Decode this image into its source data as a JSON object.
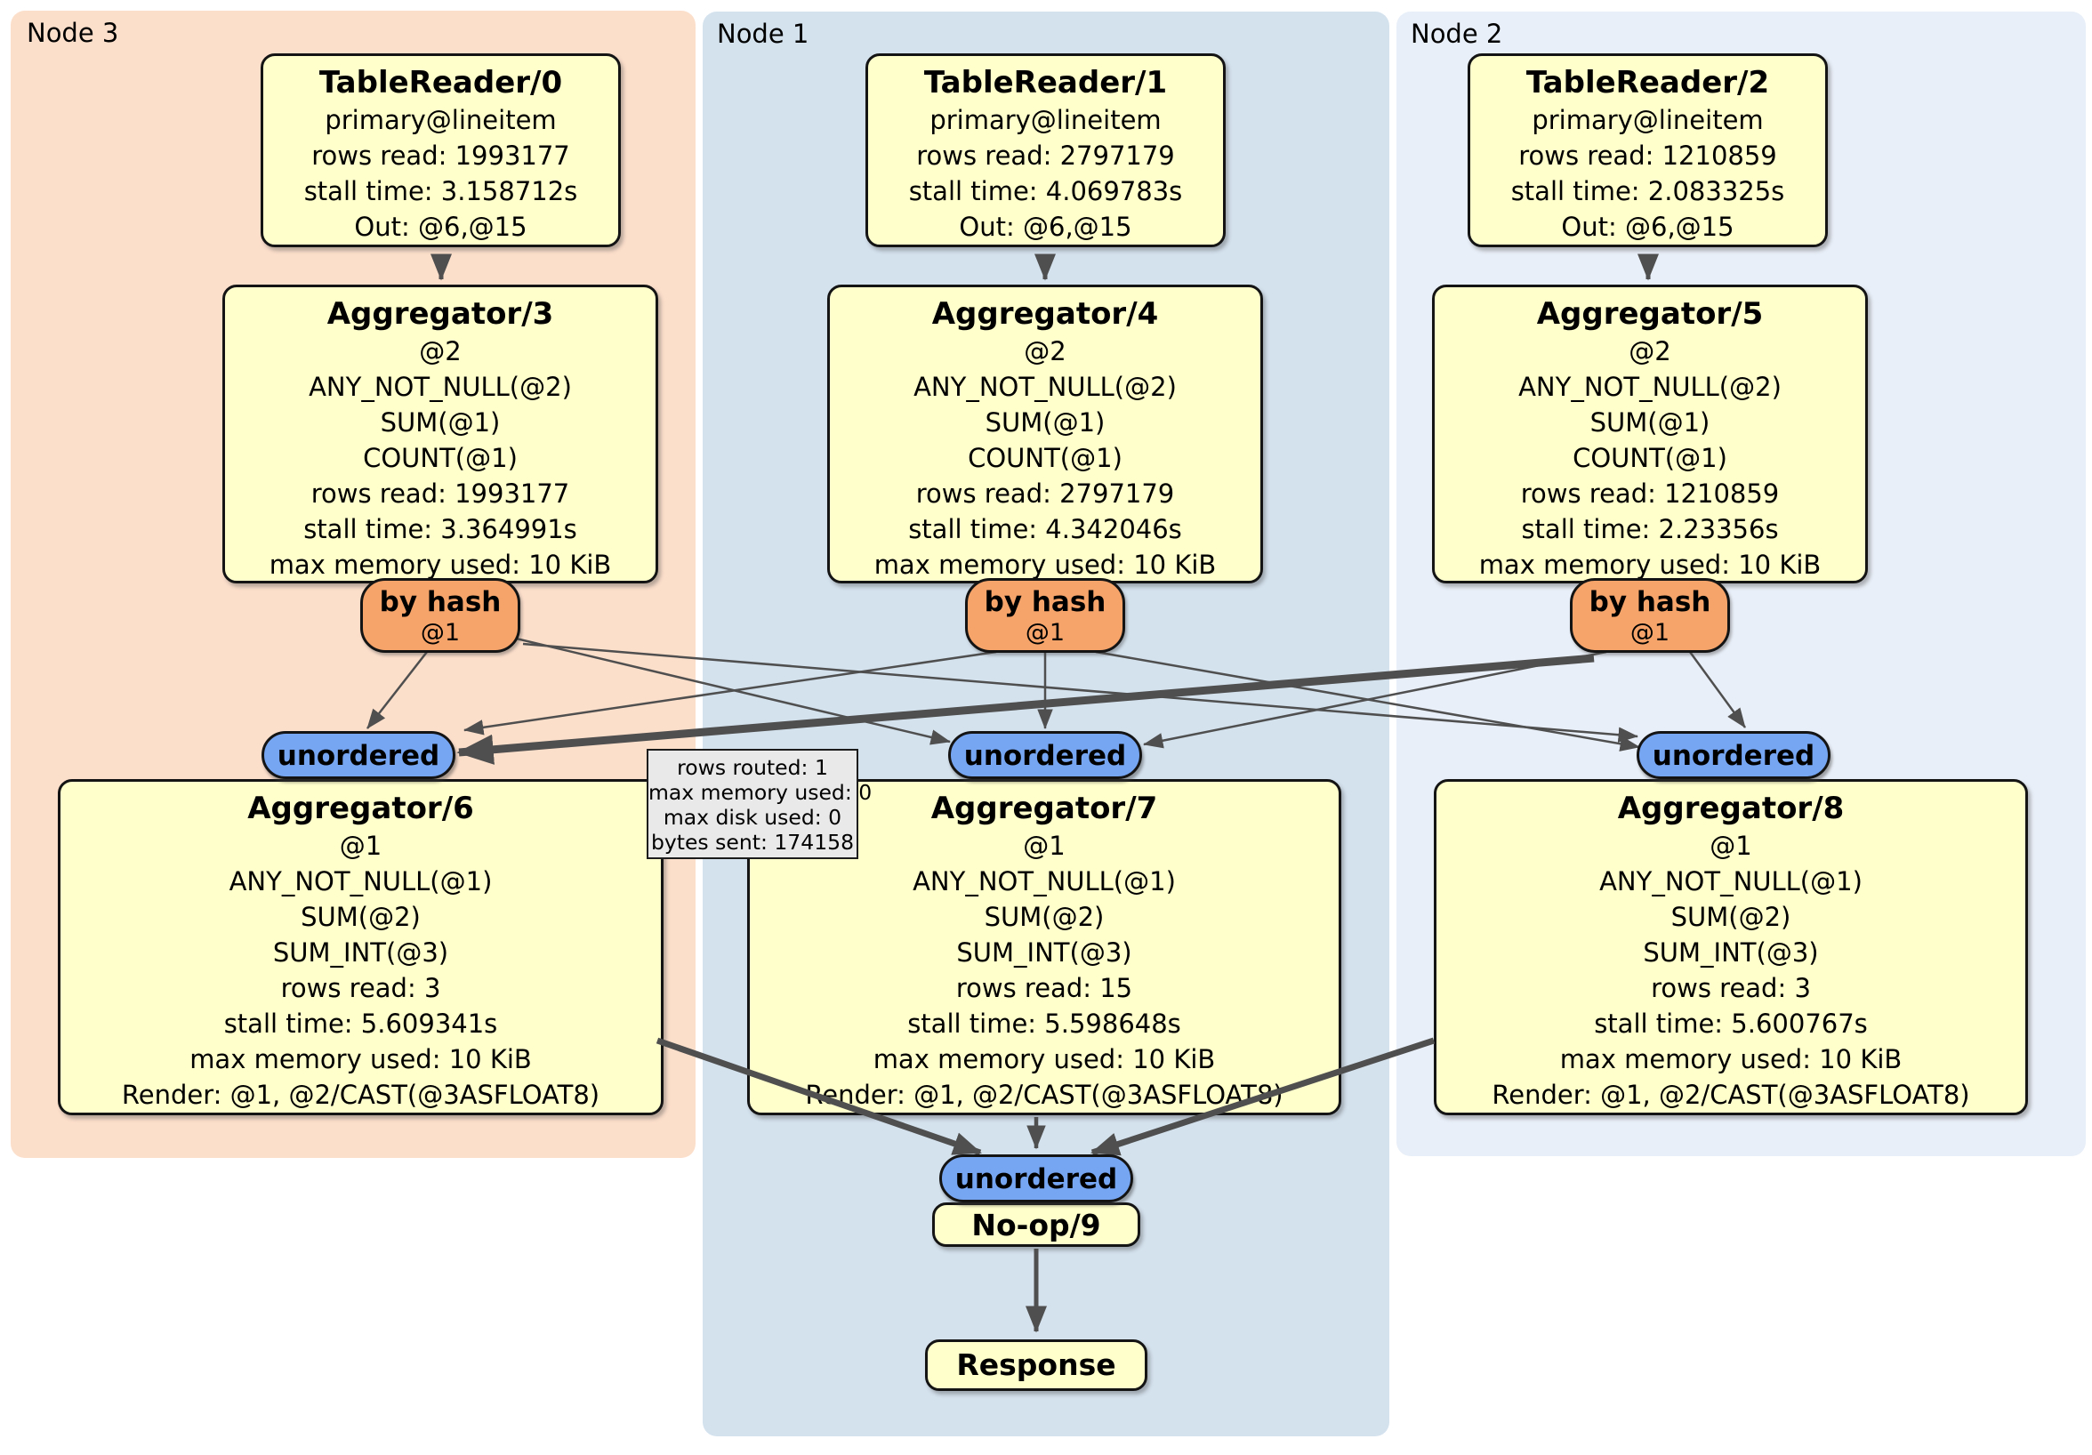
{
  "panels": {
    "node3": {
      "label": "Node 3"
    },
    "node1": {
      "label": "Node 1"
    },
    "node2": {
      "label": "Node 2"
    }
  },
  "processors": {
    "tr0": {
      "title": "TableReader/0",
      "lines": [
        "primary@lineitem",
        "rows read: 1993177",
        "stall time: 3.158712s",
        "Out: @6,@15"
      ]
    },
    "tr1": {
      "title": "TableReader/1",
      "lines": [
        "primary@lineitem",
        "rows read: 2797179",
        "stall time: 4.069783s",
        "Out: @6,@15"
      ]
    },
    "tr2": {
      "title": "TableReader/2",
      "lines": [
        "primary@lineitem",
        "rows read: 1210859",
        "stall time: 2.083325s",
        "Out: @6,@15"
      ]
    },
    "agg3": {
      "title": "Aggregator/3",
      "lines": [
        "@2",
        "ANY_NOT_NULL(@2)",
        "SUM(@1)",
        "COUNT(@1)",
        "rows read: 1993177",
        "stall time: 3.364991s",
        "max memory used: 10 KiB"
      ]
    },
    "agg4": {
      "title": "Aggregator/4",
      "lines": [
        "@2",
        "ANY_NOT_NULL(@2)",
        "SUM(@1)",
        "COUNT(@1)",
        "rows read: 2797179",
        "stall time: 4.342046s",
        "max memory used: 10 KiB"
      ]
    },
    "agg5": {
      "title": "Aggregator/5",
      "lines": [
        "@2",
        "ANY_NOT_NULL(@2)",
        "SUM(@1)",
        "COUNT(@1)",
        "rows read: 1210859",
        "stall time: 2.23356s",
        "max memory used: 10 KiB"
      ]
    },
    "agg6": {
      "title": "Aggregator/6",
      "lines": [
        "@1",
        "ANY_NOT_NULL(@1)",
        "SUM(@2)",
        "SUM_INT(@3)",
        "rows read: 3",
        "stall time: 5.609341s",
        "max memory used: 10 KiB",
        "Render: @1, @2/CAST(@3ASFLOAT8)"
      ]
    },
    "agg7": {
      "title": "Aggregator/7",
      "lines": [
        "@1",
        "ANY_NOT_NULL(@1)",
        "SUM(@2)",
        "SUM_INT(@3)",
        "rows read: 15",
        "stall time: 5.598648s",
        "max memory used: 10 KiB",
        "Render: @1, @2/CAST(@3ASFLOAT8)"
      ]
    },
    "agg8": {
      "title": "Aggregator/8",
      "lines": [
        "@1",
        "ANY_NOT_NULL(@1)",
        "SUM(@2)",
        "SUM_INT(@3)",
        "rows read: 3",
        "stall time: 5.600767s",
        "max memory used: 10 KiB",
        "Render: @1, @2/CAST(@3ASFLOAT8)"
      ]
    },
    "noop": {
      "title": "No-op/9"
    },
    "response": {
      "title": "Response"
    }
  },
  "routers": {
    "hash3": {
      "label": "by hash",
      "key": "@1"
    },
    "hash4": {
      "label": "by hash",
      "key": "@1"
    },
    "hash5": {
      "label": "by hash",
      "key": "@1"
    }
  },
  "syncs": {
    "u_node3": {
      "label": "unordered"
    },
    "u_node1": {
      "label": "unordered"
    },
    "u_node2": {
      "label": "unordered"
    },
    "u_bottom": {
      "label": "unordered"
    }
  },
  "tooltip": {
    "lines": [
      "rows routed: 1",
      "max memory used: 0",
      "max disk used: 0",
      "bytes sent: 174158"
    ]
  },
  "colors": {
    "node3_bg": "#fcdfcb",
    "node1_bg": "#d4e2ee",
    "node2_bg": "#e9eff8",
    "processor_fill": "#ffffcc",
    "router_fill": "#f6a46a",
    "sync_fill": "#76a5f2",
    "tooltip_bg": "#e9e9e9",
    "edge": "#4f4f4f"
  }
}
